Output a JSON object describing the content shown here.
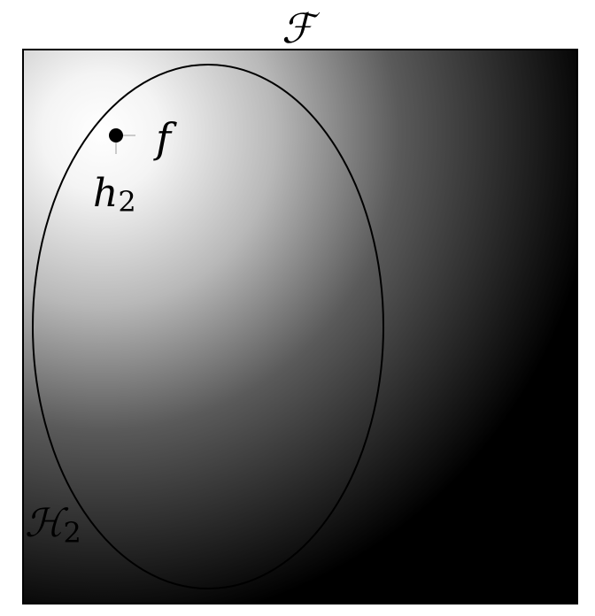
{
  "diagram": {
    "outer_set_label": "ℱ",
    "inner_set_label": "ℋ",
    "inner_set_subscript": "2",
    "point_f_label": "f",
    "point_h_label": "h",
    "point_h_subscript": "2"
  },
  "colors": {
    "gradient_light": "#ffffff",
    "gradient_dark": "#000000",
    "stroke": "#000000",
    "point": "#000000",
    "connector": "#bbbbbb"
  }
}
